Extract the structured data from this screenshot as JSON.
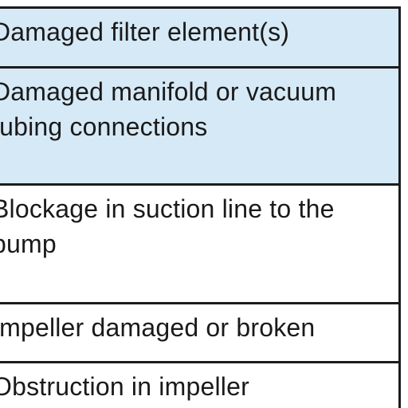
{
  "table": {
    "rows": [
      {
        "lines": [
          "Damaged filter element(s)"
        ],
        "shaded": true
      },
      {
        "lines": [
          "Damaged manifold or vacuum",
          "tubing connections"
        ],
        "shaded": true
      },
      {
        "lines": [
          "Blockage in suction line to the",
          "pump"
        ],
        "shaded": false
      },
      {
        "lines": [
          "Impeller damaged or broken"
        ],
        "shaded": false
      },
      {
        "lines": [
          "Obstruction in impeller"
        ],
        "shaded": false
      }
    ],
    "colors": {
      "shaded_row_bg": "#d6e9f6",
      "border": "#1c1c1c",
      "text": "#1a1a1a"
    }
  }
}
